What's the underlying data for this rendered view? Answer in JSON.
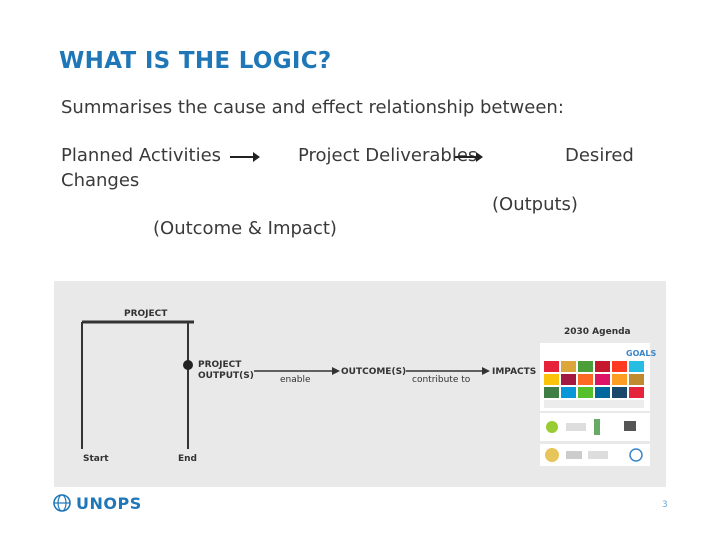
{
  "title": "WHAT IS THE LOGIC?",
  "intro": "Summarises the cause and effect relationship between:",
  "flow": {
    "planned_activities": "Planned Activities",
    "project_deliverables": "Project Deliverables",
    "desired": "Desired",
    "changes": "Changes",
    "outputs": "(Outputs)",
    "outcome_impact": "(Outcome & Impact)"
  },
  "figure": {
    "project": "PROJECT",
    "project_outputs_line1": "PROJECT",
    "project_outputs_line2": "OUTPUT(S)",
    "enable": "enable",
    "outcomes": "OUTCOME(S)",
    "contribute_to": "contribute to",
    "impacts": "IMPACTS",
    "agenda": "2030 Agenda",
    "goals": "GOALS",
    "start": "Start",
    "end": "End"
  },
  "footer": {
    "logo_text": "UNOPS",
    "page_number": "3"
  },
  "colors": {
    "title_blue": "#1f77b8",
    "figure_bg": "#e9e9e9"
  }
}
